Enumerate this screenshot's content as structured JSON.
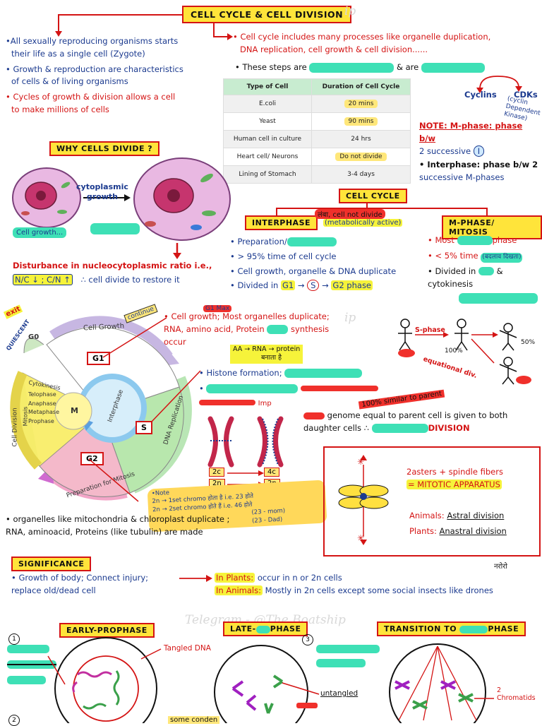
{
  "title": "CELL CYCLE & CELL DIVISION",
  "watermark": "Telegram - @The Boatship",
  "watermark_short": "ip",
  "left_notes": {
    "n1a": "•All sexually reproducing organisms starts",
    "n1b": "their life as a single cell (Zygote)",
    "n2a": "• Growth & reproduction are characteristics",
    "n2b": "of cells & of living organisms",
    "n3a": "• Cycles of growth & division allows a cell",
    "n3b": "to make millions of cells"
  },
  "right_notes": {
    "r1a": "• Cell cycle includes many processes like organelle duplication,",
    "r1b": "DNA replication, cell growth & cell division......",
    "r2a": "• These steps are",
    "r2b": "& are",
    "cyclins": "Cyclins",
    "cdks": "CDKs",
    "cdk_note": "(cyclin Dependent Kinase)",
    "note1": "NOTE: M-phase: phase b/w",
    "note2": "2 successive",
    "note2b": "I",
    "note3": "• Interphase: phase b/w 2",
    "note4": "successive  M-phases"
  },
  "table": {
    "headers": [
      "Type of Cell",
      "Duration of Cell Cycle"
    ],
    "rows": [
      [
        "E.coli",
        "20 mins"
      ],
      [
        "Yeast",
        "90 mins"
      ],
      [
        "Human cell in culture",
        "24 hrs"
      ],
      [
        "Heart cell/ Neurons",
        "Do not divide"
      ],
      [
        "Lining of Stomach",
        "3-4 days"
      ]
    ]
  },
  "why": {
    "heading": "WHY CELLS DIVIDE ?",
    "cyto1": "cytoplasmic",
    "cyto2": "growth",
    "cellgrowth": "Cell growth...",
    "dist": "Disturbance in nucleocytoplasmic ratio i.e.,",
    "ratio_nc": "N/C ↓ ; C/N ↑",
    "divide": "∴ cell divide to restore it"
  },
  "cycle_box": {
    "heading": "CELL CYCLE",
    "interphase": "INTERPHASE",
    "mphase": "M-PHASE/ MITOSIS",
    "hindi_tag": "लंबा, cell not divide",
    "metab": "(metabolically active)",
    "p1": "• Preparation/",
    "p2": "• > 95% time of cell cycle",
    "p3": "• Cell growth, organelle & DNA duplicate",
    "p4a": "• Divided in",
    "p4b": "G1",
    "p4c": "S",
    "p4d": "G2 phase",
    "m1": "• Most",
    "m1b": "phase",
    "m2": "• < 5% time",
    "m2b": "(बदलाव दिखता)",
    "m3": "• Divided in",
    "m3b": "&",
    "m4": "cytokinesis"
  },
  "wheel": {
    "cell_growth": "Cell Growth",
    "g0": "G0",
    "quiescent": "QUIESCENT",
    "exit": "exit",
    "g1": "G1",
    "s": "S",
    "g2": "G2",
    "m": "M",
    "interphase": "Interphase",
    "dna_rep": "DNA Replication",
    "prep": "Preparation for Mitosis",
    "cell_division": "Cell Division",
    "mitosis": "Mitosis",
    "cytokinesis": "Cytokinesis",
    "phases": [
      "Telophase",
      "Anaphase",
      "Metaphase",
      "Prophase"
    ],
    "continue": "continue",
    "g1max": "G1 Max"
  },
  "g1_notes": {
    "a": "• Cell growth; Most organelles duplicate;",
    "b": "RNA, amino acid, Protein",
    "b2": "synthesis",
    "c": "occur",
    "d": "AA → RNA → protein",
    "d2": "बनाता है"
  },
  "s_notes": {
    "a": "• Histone formation;",
    "b": "•",
    "c": "Imp",
    "d": "genome equal to parent cell is given to both",
    "e": "daughter cells ∴",
    "f": "DIVISION",
    "same": "100% similar to parent",
    "note1": "•Note",
    "note2": "2n → 1set chromo होता है i.e. 23 होते",
    "note3": "2n → 2set chromo होते हैं i.e. 46 होते",
    "note4": "(23 - mom)",
    "note5": "(23 - Dad)",
    "chrom_2c": "2c",
    "chrom_2n": "2n",
    "chrom_4c": "4c",
    "chrom_2n2": "2n"
  },
  "g2_note": {
    "a": "• organelles like mitochondria & chloroplast duplicate ;",
    "b": "RNA, aminoacid, Proteins (like tubulin) are made"
  },
  "sphase_fig": {
    "label": "S-phase",
    "pct1": "100%",
    "pct2": "50%",
    "equational": "equational div."
  },
  "apparatus": {
    "line1": "2asters + spindle fibers",
    "line2": "= MITOTIC APPARATUS",
    "animals": "Animals:",
    "animals_v": "Astral division",
    "plants": "Plants:",
    "plants_v": "Anastral division"
  },
  "significance": {
    "heading": "SIGNIFICANCE",
    "a": "• Growth of body; Connect injury;",
    "b": "replace old/dead cell",
    "plants": "In Plants:",
    "plants_v": "occur in n or 2n cells",
    "animals": "In Animals:",
    "animals_v": "Mostly in 2n cells except some social insects like drones",
    "hindi": "नरोरो"
  },
  "bottom": {
    "early": "EARLY-PROPHASE",
    "late": "LATE-",
    "late2": "PHASE",
    "transition": "TRANSITION TO",
    "transition2": "PHASE",
    "tangled": "Tangled DNA",
    "untangled": "untangled",
    "some": "some conden",
    "chromatids": "2 Chromatids",
    "n1": "1",
    "n2": "2",
    "n3": "3"
  }
}
